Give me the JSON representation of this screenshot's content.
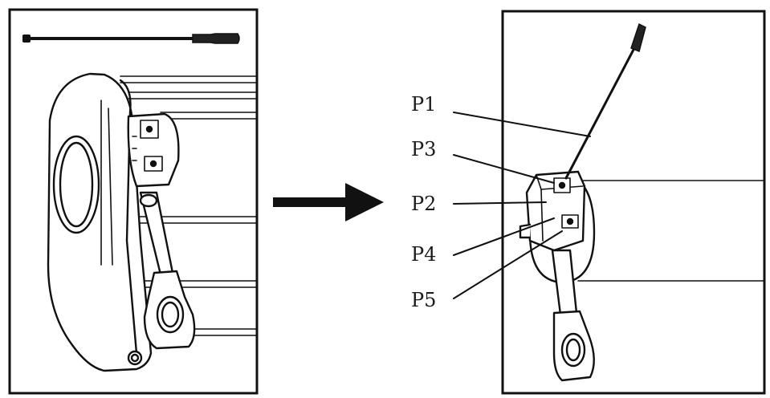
{
  "callouts": [
    {
      "id": "p1",
      "label": "P1"
    },
    {
      "id": "p3",
      "label": "P3"
    },
    {
      "id": "p2",
      "label": "P2"
    },
    {
      "id": "p4",
      "label": "P4"
    },
    {
      "id": "p5",
      "label": "P5"
    }
  ]
}
